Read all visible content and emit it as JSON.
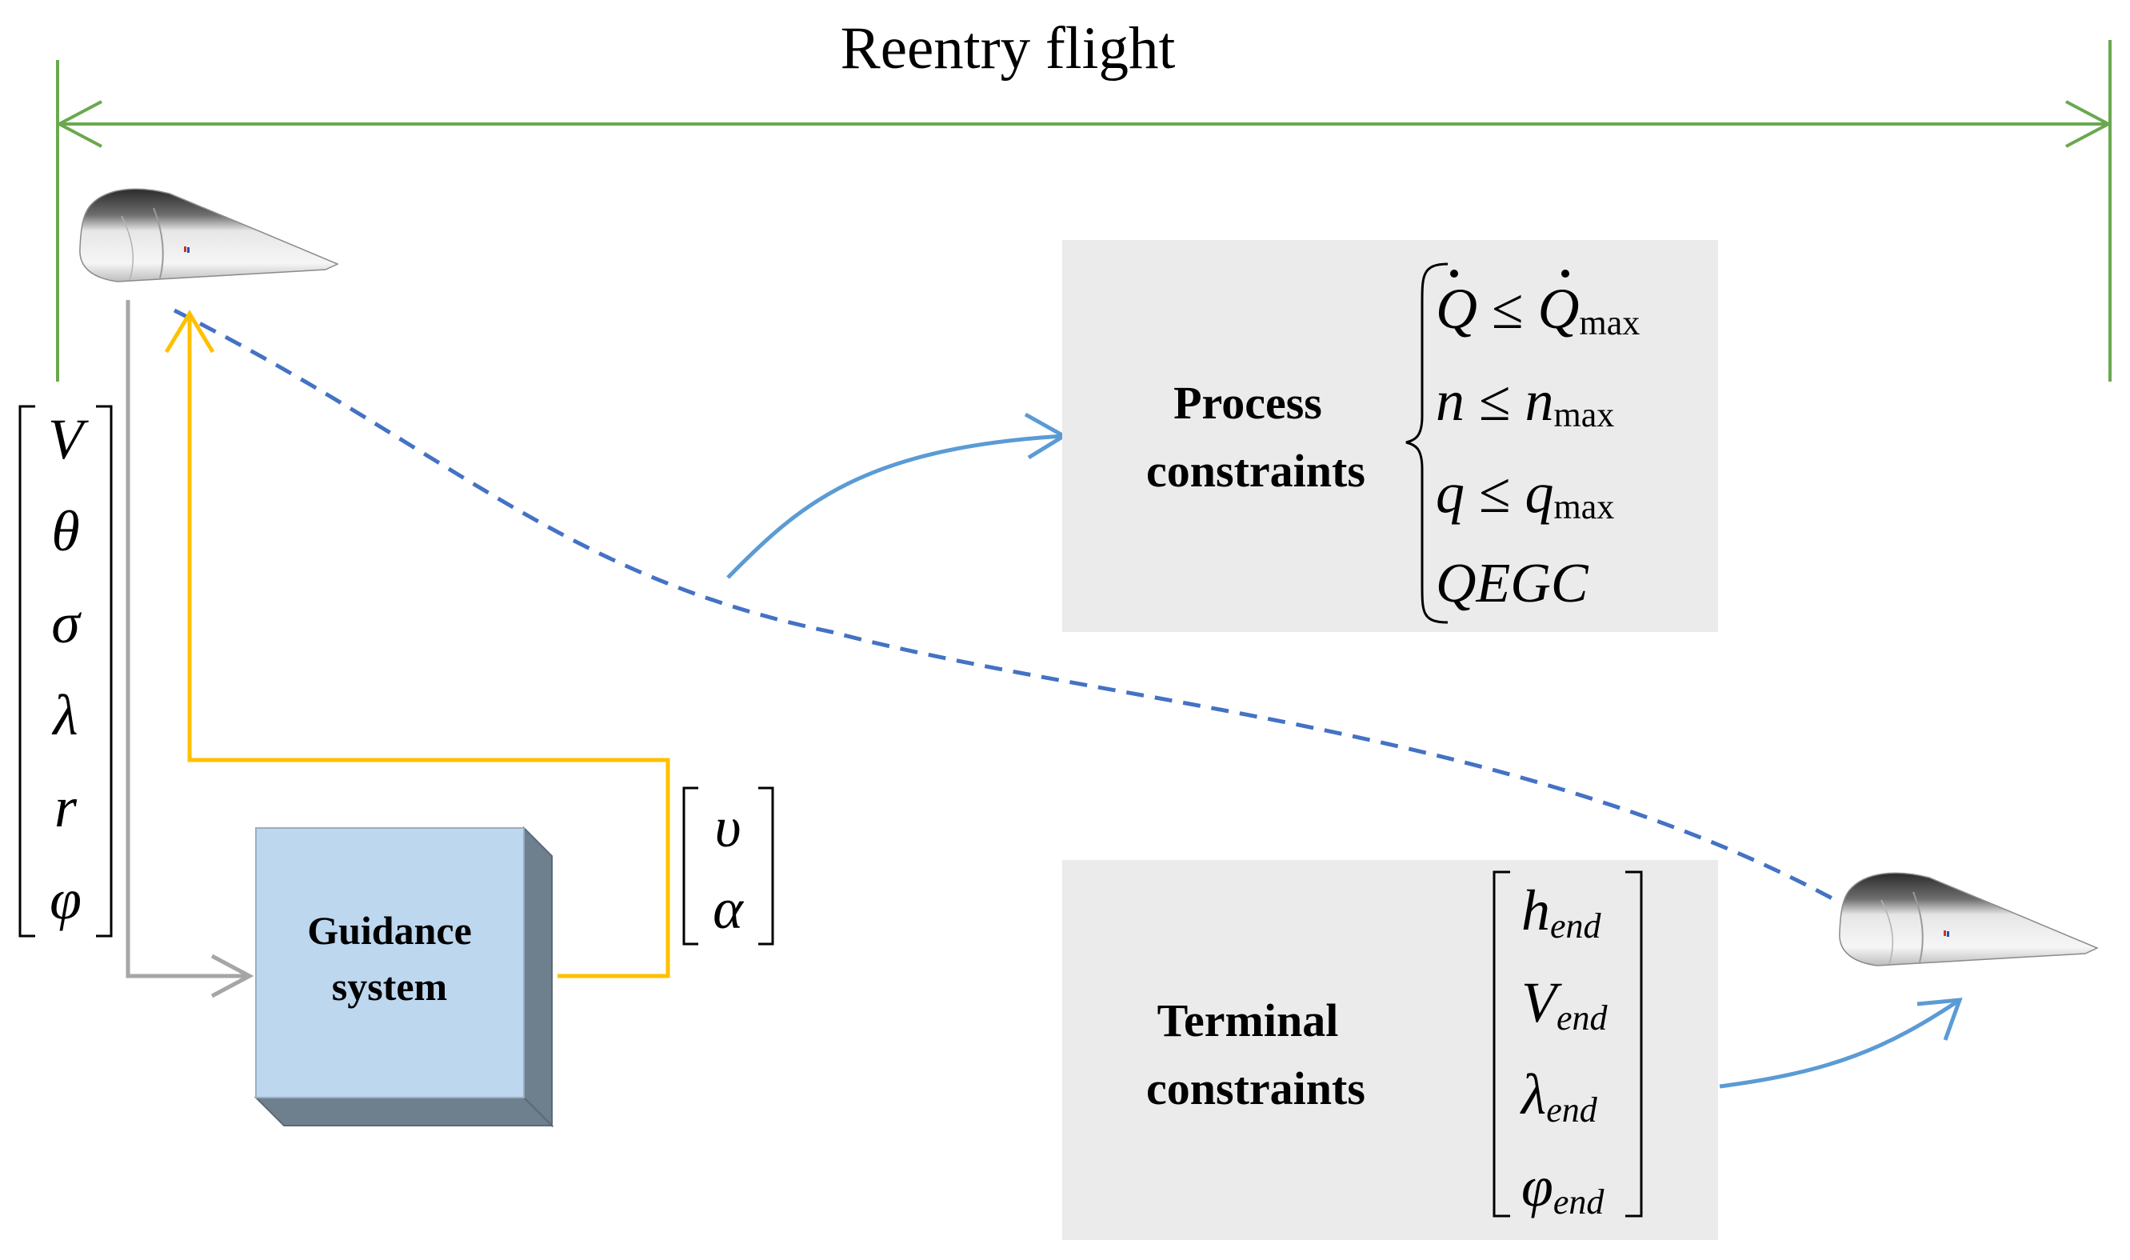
{
  "title": "Reentry flight",
  "colors": {
    "span_arrow": "#6aa84f",
    "trajectory": "#4472c4",
    "callout_arrow": "#5b9bd5",
    "feedback": "#ffc000",
    "state_line": "#a6a6a6",
    "box_fill": "#ebebeb",
    "guidance_front": "#bdd7ee",
    "guidance_side": "#6e7f8e"
  },
  "state_vector": [
    "V",
    "θ",
    "σ",
    "λ",
    "r",
    "φ"
  ],
  "control_vector": [
    "υ",
    "α"
  ],
  "guidance": {
    "line1": "Guidance",
    "line2": "system"
  },
  "process": {
    "line1": "Process",
    "line2": "constraints",
    "c1": {
      "lhs": "Q",
      "op": " ≤ ",
      "rhs": "Q",
      "sub": "max"
    },
    "c2": {
      "lhs": "n",
      "op": " ≤ ",
      "rhs": "n",
      "sub": "max"
    },
    "c3": {
      "lhs": "q",
      "op": " ≤ ",
      "rhs": "q",
      "sub": "max"
    },
    "c4": "QEGC"
  },
  "terminal": {
    "line1": "Terminal",
    "line2": "constraints",
    "items": [
      {
        "sym": "h",
        "sub": "end"
      },
      {
        "sym": "V",
        "sub": "end"
      },
      {
        "sym": "λ",
        "sub": "end"
      },
      {
        "sym": "φ",
        "sub": "end"
      }
    ]
  },
  "icons": [
    "vehicle-start-icon",
    "vehicle-end-icon"
  ]
}
